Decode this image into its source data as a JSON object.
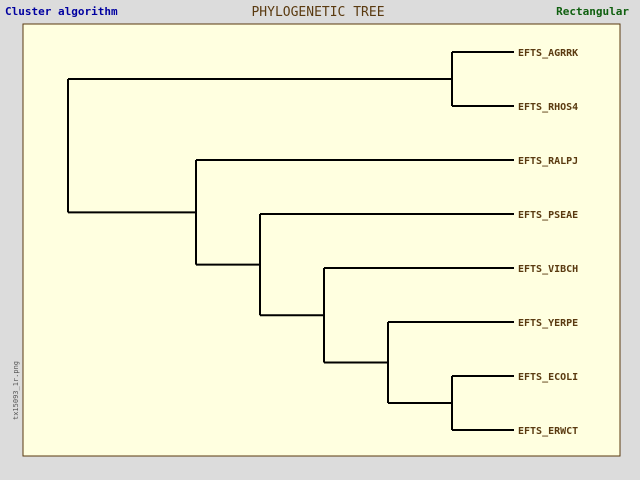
{
  "header": {
    "algorithm": "Cluster algorithm",
    "title": "PHYLOGENETIC TREE",
    "layout": "Rectangular"
  },
  "side_label": "tx15093_1r.png",
  "colors": {
    "background": "#dcdcdc",
    "panel": "#ffffe0",
    "branch": "#000000",
    "label": "#5a3a10",
    "algorithm_text": "#0000a0",
    "layout_text": "#106010"
  },
  "leaves": [
    "EFTS_AGRRK",
    "EFTS_RHOS4",
    "EFTS_RALPJ",
    "EFTS_PSEAE",
    "EFTS_VIBCH",
    "EFTS_YERPE",
    "EFTS_ECOLI",
    "EFTS_ERWCT"
  ],
  "tree": {
    "children": [
      {
        "children": [
          {
            "leaf": 0
          },
          {
            "leaf": 1
          }
        ]
      },
      {
        "children": [
          {
            "leaf": 2
          },
          {
            "children": [
              {
                "leaf": 3
              },
              {
                "children": [
                  {
                    "leaf": 4
                  },
                  {
                    "children": [
                      {
                        "leaf": 5
                      },
                      {
                        "children": [
                          {
                            "leaf": 6
                          },
                          {
                            "leaf": 7
                          }
                        ]
                      }
                    ]
                  }
                ]
              }
            ]
          }
        ]
      }
    ]
  }
}
